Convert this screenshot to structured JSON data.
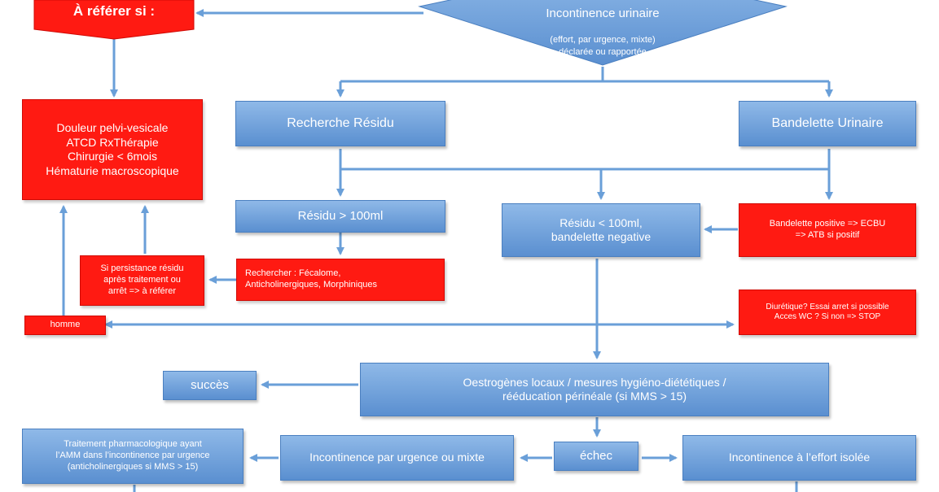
{
  "diamond": {
    "title": "Incontinence urinaire",
    "sub": "(effort, par urgence, mixte)\ndéclarée ou rapportée"
  },
  "referer": "À référer si :",
  "red_criteria": "Douleur pelvi-vesicale\nATCD RxThérapie\nChirurgie < 6mois\nHématurie macroscopique",
  "recherche_residu": "Recherche Résidu",
  "bandelette_urinaire": "Bandelette Urinaire",
  "residu_sup": "Résidu > 100ml",
  "residu_inf": "Résidu  < 100ml,\nbandelette negative",
  "bandelette_pos": "Bandelette positive => ECBU\n=> ATB si positif",
  "rechercher": "Rechercher : Fécalome,\nAnticholinergiques, Morphiniques",
  "persistance": "Si persistance résidu\naprès traitement ou\narrêt => à référer",
  "homme": "homme",
  "diuretique": "Diurétique? Essai arret si possible\nAcces WC ? Si non => STOP",
  "succes": "succès",
  "oestrogenes": "Oestrogènes locaux / mesures hygiéno-diététiques /\nrééducation périnéale (si MMS > 15)",
  "echec": "échec",
  "urgence_mixte": "Incontinence par urgence ou mixte",
  "effort_isolee": "Incontinence à l’effort isolée",
  "traitement": "Traitement pharmacologique ayant\nl’AMM dans l’incontinence par urgence\n(anticholinergiques si MMS > 15)",
  "colors": {
    "blue": "#6b9ad6",
    "red": "#ff1a12",
    "arrow": "#6a9fd8"
  }
}
